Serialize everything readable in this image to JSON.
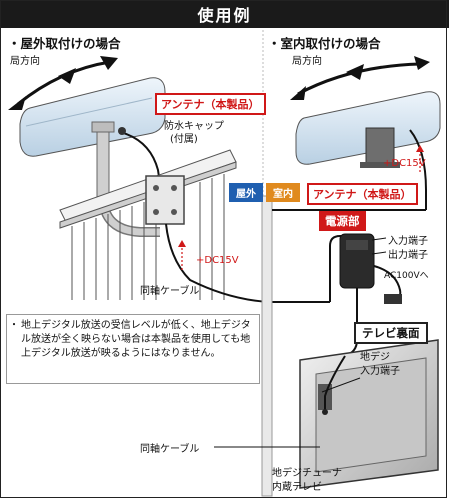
{
  "header": {
    "title": "使用例"
  },
  "outdoor": {
    "title": "・屋外取付けの場合",
    "direction_label": "局方向",
    "antenna_label": "アンテナ（本製品）",
    "cap_label_line1": "防水キャップ",
    "cap_label_line2": "(付属)",
    "dc_label": "+DC15V",
    "cable_label": "同軸ケーブル"
  },
  "indoor": {
    "title": "・室内取付けの場合",
    "direction_label": "局方向",
    "dc_label": "+DC15V",
    "antenna_label": "アンテナ（本製品）"
  },
  "zones": {
    "outside": "屋外",
    "inside": "室内"
  },
  "power_unit": {
    "label": "電源部",
    "input_terminal": "入力端子",
    "output_terminal": "出力端子",
    "ac_label": "AC100Vへ"
  },
  "tv": {
    "back_label": "テレビ裏面",
    "terminal_line1": "地デジ",
    "terminal_line2": "入力端子",
    "cable_label": "同軸ケーブル",
    "tuner_line1": "地デジチューナ",
    "tuner_line2": "内蔵テレビ"
  },
  "note": {
    "text": "地上デジタル放送の受信レベルが低く、地上デジタル放送が全く映らない場合は本製品を使用しても地上デジタル放送が映るようにはなりません。"
  },
  "colors": {
    "accent_red": "#d01818",
    "outside_blue": "#1f5fb0",
    "inside_orange": "#e08a1e",
    "antenna_fill": "#d6e6f2"
  }
}
